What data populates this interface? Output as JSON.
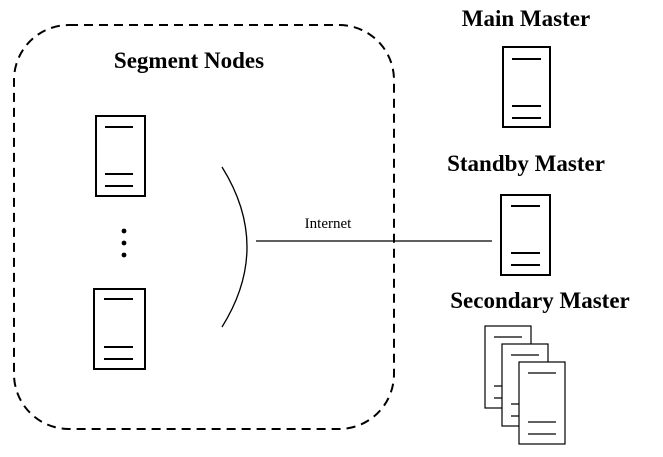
{
  "segment": {
    "title": "Segment Nodes"
  },
  "masters": {
    "main": "Main Master",
    "standby": "Standby Master",
    "secondary": "Secondary Master"
  },
  "network": {
    "label": "Internet"
  }
}
